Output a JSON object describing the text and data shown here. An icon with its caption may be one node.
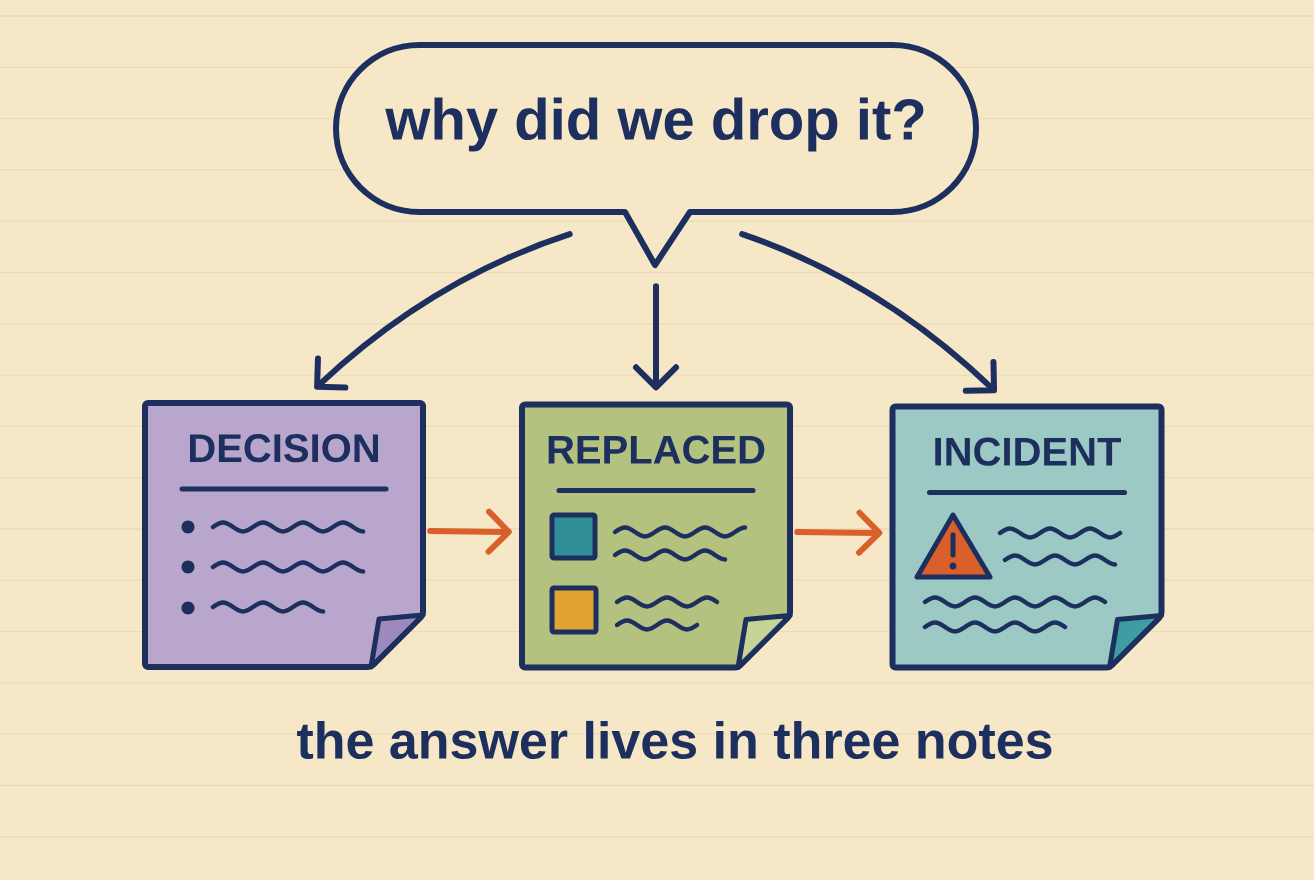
{
  "diagram": {
    "caption": "the answer lives in three notes",
    "nodes": [
      {
        "text": [
          "why did we drop it?"
        ]
      },
      {
        "text": [
          "DECISION"
        ]
      },
      {
        "text": [
          "REPLACED"
        ]
      },
      {
        "text": [
          "INCIDENT"
        ]
      }
    ],
    "edges": [
      {
        "from": 0,
        "to": 1,
        "arrow": "to"
      },
      {
        "from": 0,
        "to": 2,
        "arrow": "to"
      },
      {
        "from": 0,
        "to": 3,
        "arrow": "to"
      },
      {
        "from": 1,
        "to": 2,
        "arrow": "to",
        "color": "#d9602a"
      },
      {
        "from": 2,
        "to": 3,
        "arrow": "to",
        "color": "#d9602a"
      }
    ]
  }
}
